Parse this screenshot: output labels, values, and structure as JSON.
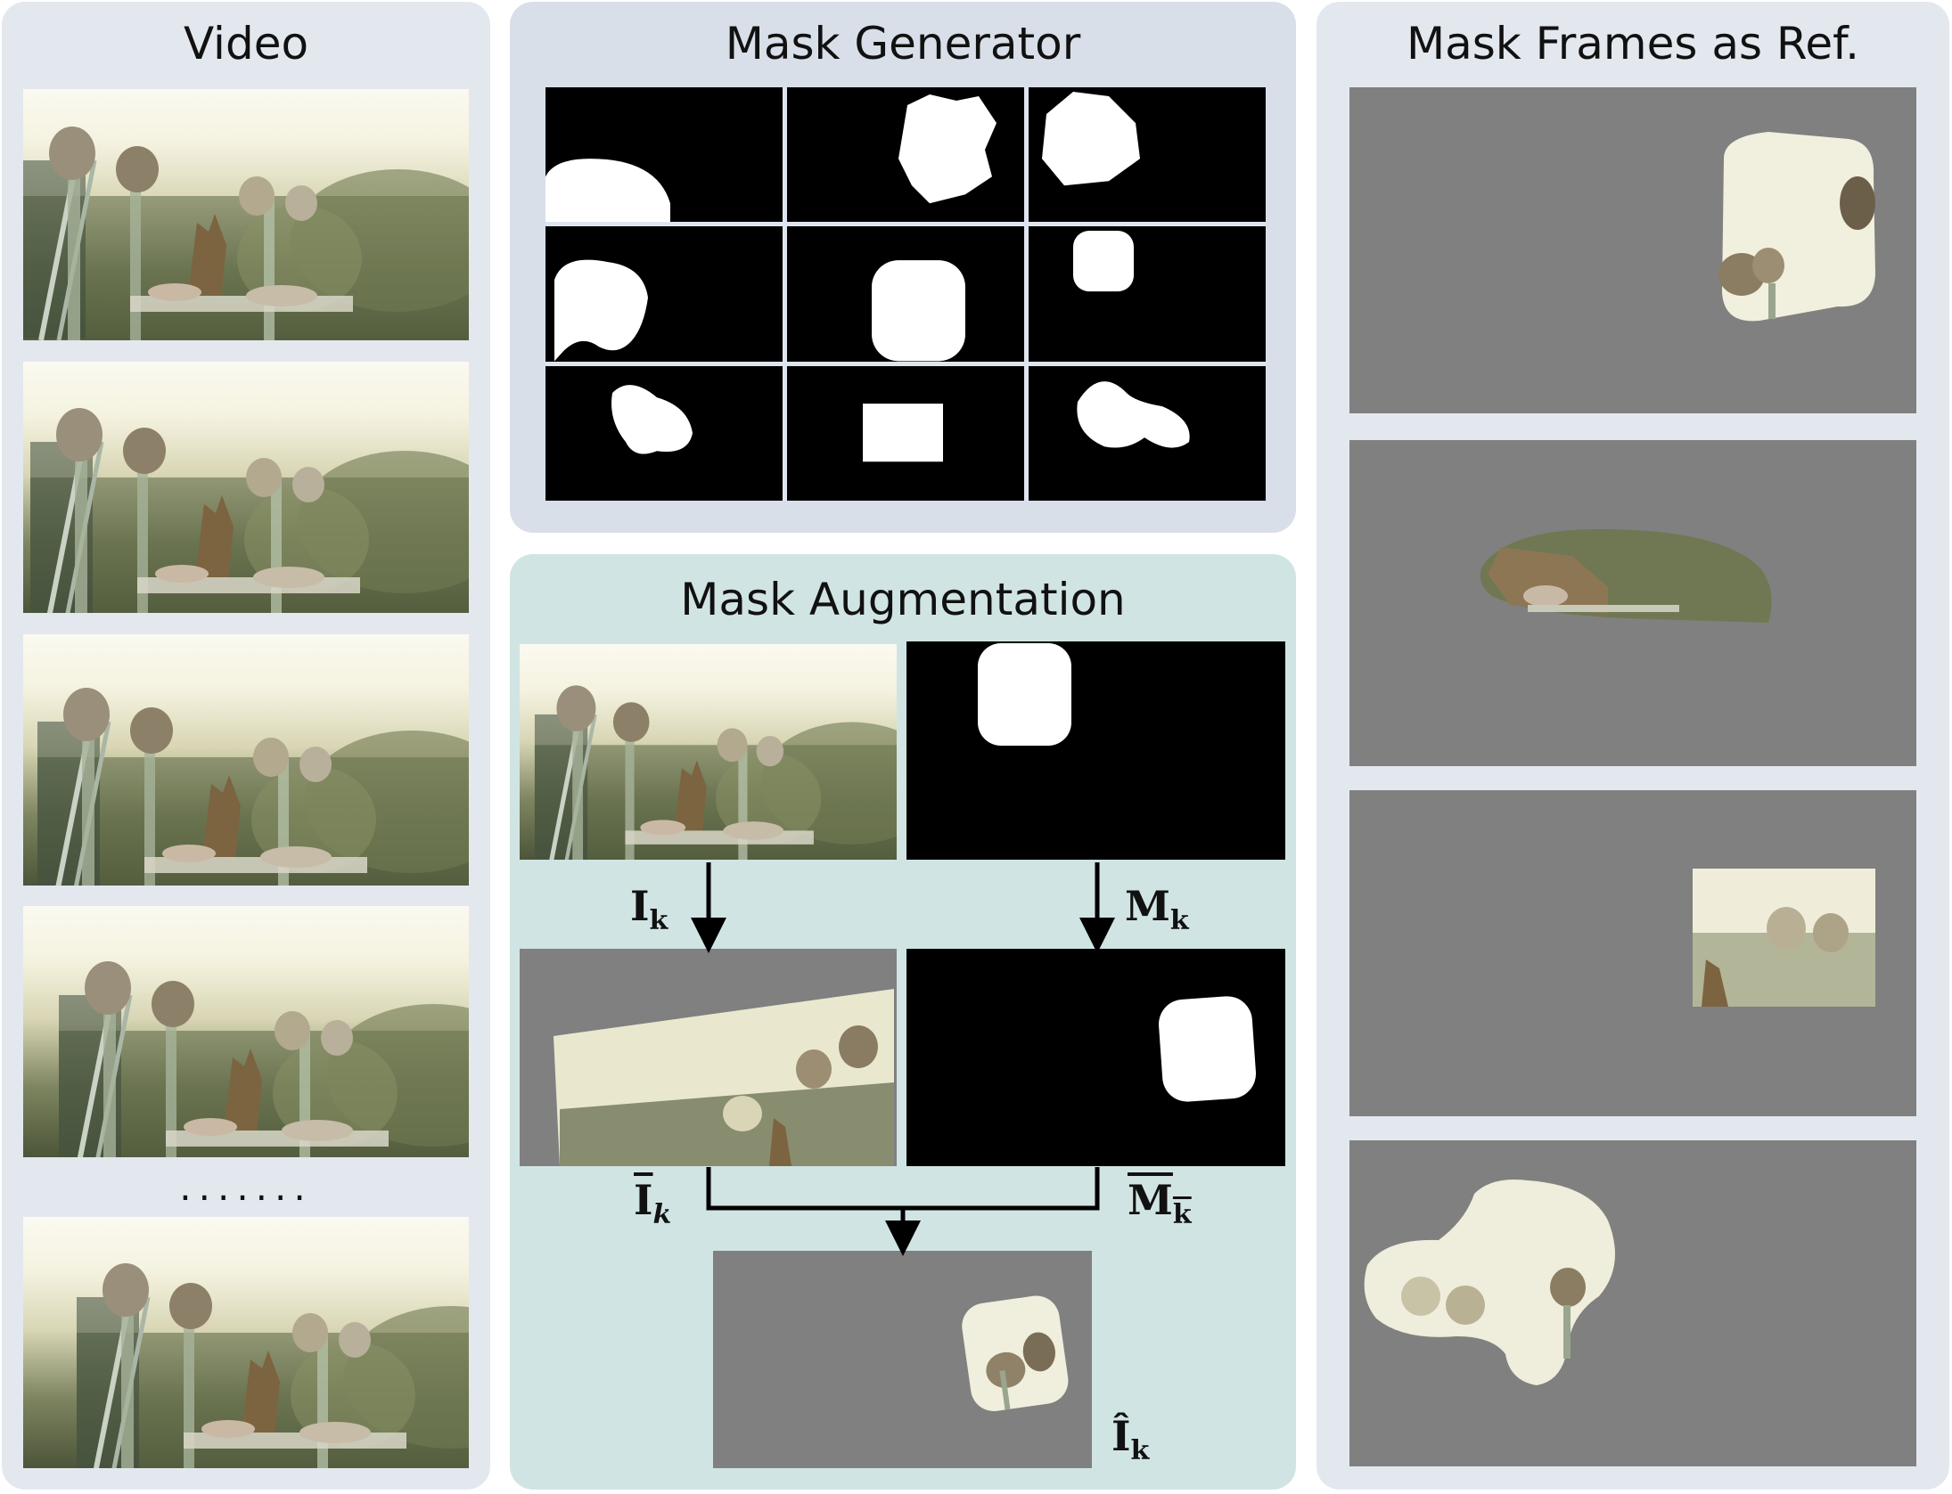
{
  "panels": {
    "video": {
      "title": "Video",
      "ellipsis": "......."
    },
    "mask_generator": {
      "title": "Mask Generator"
    },
    "mask_augmentation": {
      "title": "Mask Augmentation",
      "labels": {
        "frame": "I",
        "frame_sub": "k",
        "mask": "M",
        "mask_sub": "k",
        "frame_aug": "I",
        "frame_aug_sub": "k",
        "mask_aug": "M",
        "mask_aug_sub": "k",
        "result": "Î",
        "result_sub": "k"
      }
    },
    "mask_frames_ref": {
      "title": "Mask Frames as Ref."
    }
  },
  "colors": {
    "panel_video": "#e3e8ef",
    "panel_generator": "#d8dfe8",
    "panel_augmentation": "#d1e4e4",
    "mask_gray": "#808080",
    "mask_black": "#000000",
    "mask_white": "#ffffff"
  }
}
